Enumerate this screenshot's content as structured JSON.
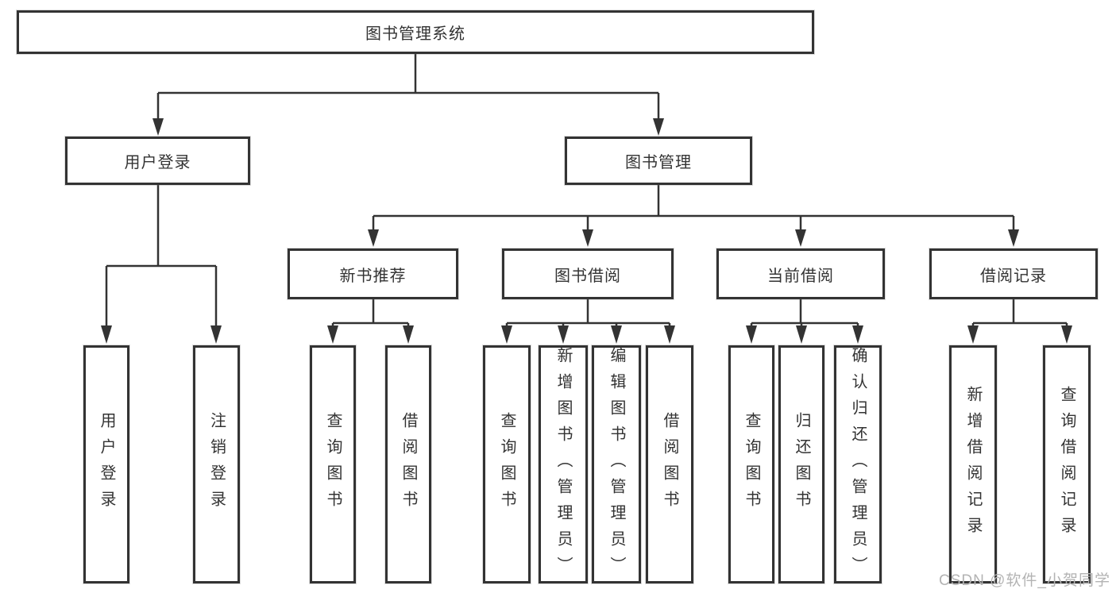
{
  "diagram": {
    "title": "图书管理系统",
    "tree": {
      "root": {
        "label": "图书管理系统"
      },
      "level2": {
        "user_login": {
          "label": "用户登录"
        },
        "book_management": {
          "label": "图书管理"
        }
      },
      "level3": {
        "new_book_recommendation": {
          "label": "新书推荐"
        },
        "book_borrowing": {
          "label": "图书借阅"
        },
        "current_borrowing": {
          "label": "当前借阅"
        },
        "borrowing_records": {
          "label": "借阅记录"
        }
      },
      "leaves": {
        "user_login": [
          "用户登录",
          "注销登录"
        ],
        "new_book_recommendation": [
          "查询图书",
          "借阅图书"
        ],
        "book_borrowing": [
          "查询图书",
          "新增图书（管理员）",
          "编辑图书（管理员）",
          "借阅图书"
        ],
        "current_borrowing": [
          "查询图书",
          "归还图书",
          "确认归还（管理员）"
        ],
        "borrowing_records": [
          "新增借阅记录",
          "查询借阅记录"
        ]
      }
    },
    "colors": {
      "line": "#333333",
      "text": "#333333",
      "box_background": "#ffffff",
      "watermark": "#b3b3b3"
    },
    "watermark": "CSDN @软件_小贺同学"
  }
}
